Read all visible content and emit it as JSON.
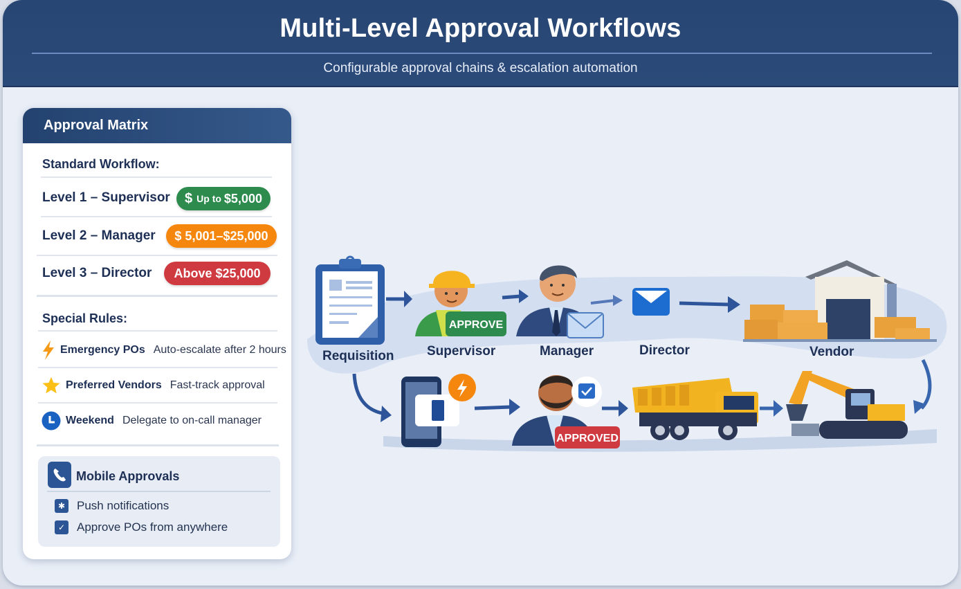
{
  "header": {
    "title": "Multi-Level Approval Workflows",
    "subtitle": "Configurable approval chains & escalation automation"
  },
  "panel": {
    "title": "Approval Matrix",
    "standard_workflow": {
      "heading": "Standard Workflow:",
      "levels": [
        {
          "label": "Level 1 – Supervisor",
          "badge_icon": "$",
          "badge_prefix": "Up to",
          "badge_value": "$5,000",
          "color": "#2e8b4e"
        },
        {
          "label": "Level 2 – Manager",
          "badge_text": "$ 5,001–$25,000",
          "color": "#f5870f"
        },
        {
          "label": "Level 3 – Director",
          "badge_text": "Above $25,000",
          "color": "#cf3a41"
        }
      ]
    },
    "special_rules": {
      "heading": "Special Rules:",
      "rules": [
        {
          "icon": "lightning-icon",
          "name": "Emergency POs",
          "description": "Auto-escalate after 2 hours"
        },
        {
          "icon": "star-icon",
          "name": "Preferred Vendors",
          "description": "Fast-track approval"
        },
        {
          "icon": "clock-icon",
          "name": "Weekend",
          "description": "Delegate to on-call manager"
        }
      ]
    },
    "mobile": {
      "title": "Mobile Approvals",
      "items": [
        {
          "icon": "notification-icon",
          "label": "Push notifications"
        },
        {
          "icon": "checkmark-icon",
          "label": "Approve POs from anywhere"
        }
      ]
    }
  },
  "diagram": {
    "top_flow": [
      {
        "label": "Requisition",
        "icon": "clipboard-icon"
      },
      {
        "label": "Supervisor",
        "icon": "construction-worker-icon",
        "badge": "APPROVE"
      },
      {
        "label": "Manager",
        "icon": "manager-icon"
      },
      {
        "label": "Director",
        "icon": "envelope-icon"
      },
      {
        "label": "Vendor",
        "icon": "warehouse-icon"
      }
    ],
    "bottom_flow": [
      {
        "icon": "mobile-phone-icon"
      },
      {
        "icon": "approver-icon",
        "badge": "APPROVED"
      },
      {
        "icon": "dump-truck-icon"
      },
      {
        "icon": "excavator-icon"
      }
    ]
  },
  "colors": {
    "header_bg": "#284673",
    "accent_blue": "#2c5596",
    "green": "#2e8b4e",
    "orange": "#f5870f",
    "red": "#cf3a41",
    "background": "#e9eef7"
  }
}
